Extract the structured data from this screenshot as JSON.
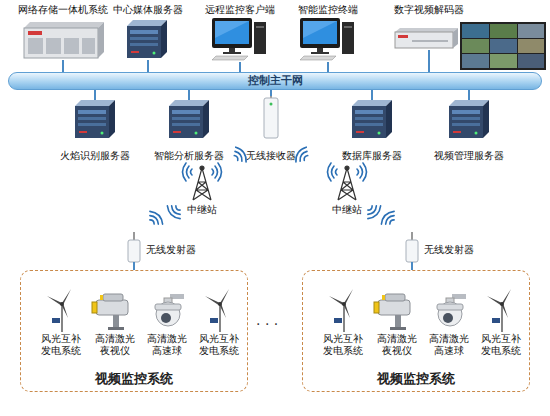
{
  "diagram": {
    "nodes": [
      {
        "text": [
          "网络存储一体机系统"
        ]
      },
      {
        "text": [
          "中心媒体服务器"
        ]
      },
      {
        "text": [
          "远程监控客户端"
        ]
      },
      {
        "text": [
          "智能监控终端"
        ]
      },
      {
        "text": [
          "数字视频解码器"
        ]
      },
      {
        "text": [
          "控制主干网"
        ]
      },
      {
        "text": [
          "火焰识别服务器"
        ]
      },
      {
        "text": [
          "智能分析服务器"
        ]
      },
      {
        "text": [
          "无线接收器"
        ]
      },
      {
        "text": [
          "数据库服务器"
        ]
      },
      {
        "text": [
          "视频管理服务器"
        ]
      },
      {
        "text": [
          "中继站"
        ]
      },
      {
        "text": [
          "中继站"
        ]
      },
      {
        "text": [
          "无线发射器"
        ]
      },
      {
        "text": [
          "无线发射器"
        ]
      },
      {
        "text": [
          "视频监控系统"
        ]
      },
      {
        "text": [
          "风光互补 发电系统"
        ],
        "in": 15
      },
      {
        "text": [
          "高清激光 夜视仪"
        ],
        "in": 15
      },
      {
        "text": [
          "高清激光 高速球"
        ],
        "in": 15
      },
      {
        "text": [
          "风光互补 发电系统"
        ],
        "in": 15
      },
      {
        "text": [
          "视频监控系统"
        ]
      },
      {
        "text": [
          "风光互补 发电系统"
        ],
        "in": 20
      },
      {
        "text": [
          "高清激光 夜视仪"
        ],
        "in": 20
      },
      {
        "text": [
          "高清激光 高速球"
        ],
        "in": 20
      },
      {
        "text": [
          "风光互补 发电系统"
        ],
        "in": 20
      }
    ],
    "edges": [
      {
        "from": 0,
        "to": 5,
        "arrow": "none"
      },
      {
        "from": 1,
        "to": 5,
        "arrow": "none"
      },
      {
        "from": 2,
        "to": 5,
        "arrow": "none"
      },
      {
        "from": 3,
        "to": 5,
        "arrow": "none"
      },
      {
        "from": 4,
        "to": 5,
        "arrow": "none"
      },
      {
        "from": 5,
        "to": 6,
        "arrow": "none"
      },
      {
        "from": 5,
        "to": 7,
        "arrow": "none"
      },
      {
        "from": 5,
        "to": 8,
        "arrow": "none"
      },
      {
        "from": 5,
        "to": 9,
        "arrow": "none"
      },
      {
        "from": 5,
        "to": 10,
        "arrow": "none"
      },
      {
        "from": 13,
        "to": 15,
        "arrow": "none"
      },
      {
        "from": 14,
        "to": 20,
        "arrow": "none"
      }
    ],
    "labels": [
      "· · ·"
    ]
  }
}
